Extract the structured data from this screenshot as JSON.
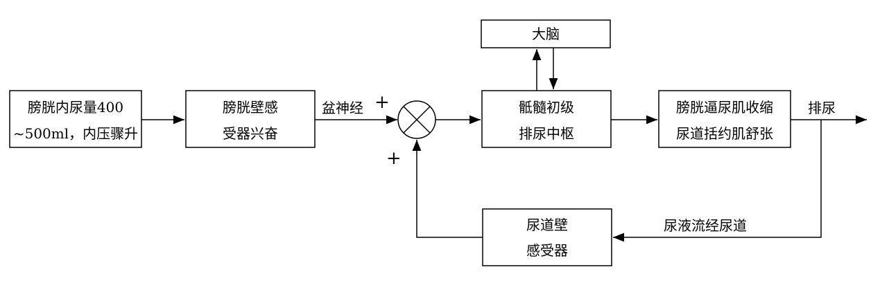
{
  "boxes": {
    "bladder_volume": {
      "line1": "膀胱内尿量400",
      "line2": "~500ml，内压骤升"
    },
    "wall_receptor": {
      "line1": "膀胱壁感",
      "line2": "受器兴奋"
    },
    "brain": {
      "line1": "大脑"
    },
    "sacral_center": {
      "line1": "骶髓初级",
      "line2": "排尿中枢"
    },
    "effector": {
      "line1": "膀胱逼尿肌收缩",
      "line2": "尿道括约肌舒张"
    },
    "urethra_receptor": {
      "line1": "尿道壁",
      "line2": "感受器"
    }
  },
  "labels": {
    "pelvic_nerve": "盆神经",
    "urination": "排尿",
    "urine_flow": "尿液流经尿道",
    "plus_top": "+",
    "plus_bottom": "+"
  }
}
